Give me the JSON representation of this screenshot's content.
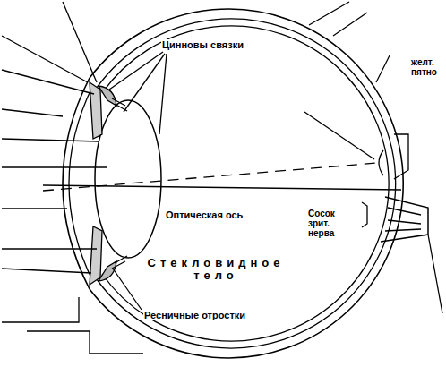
{
  "diagram": {
    "labels": [
      "Цинновы связки",
      "желт. пятно",
      "Оптическая ось",
      "Сосок зрит. нерва",
      "Стекловидное тело",
      "Ресничные отростки"
    ]
  }
}
